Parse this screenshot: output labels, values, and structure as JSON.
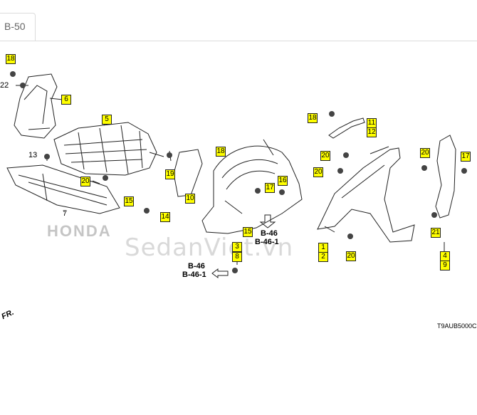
{
  "tab": {
    "label": "B-50"
  },
  "diagram": {
    "illustration_code": "T9AUB5000C",
    "direction_label": "FR.",
    "watermark": "SedanViet.vn",
    "logo_text": "HONDA",
    "references": [
      {
        "line1": "B-46",
        "line2": "B-46-1"
      },
      {
        "line1": "B-46",
        "line2": "B-46-1"
      }
    ],
    "plain_numbers": {
      "p22": "22",
      "p13": "13",
      "p7": "7"
    },
    "callouts": {
      "c18a": "18",
      "c6": "6",
      "c5": "5",
      "c20a": "20",
      "c15a": "15",
      "c14": "14",
      "c19": "19",
      "c10": "10",
      "c18b": "18",
      "c15b": "15",
      "c3": "3",
      "c8": "8",
      "c17a": "17",
      "c16": "16",
      "c18c": "18",
      "c11": "11",
      "c12": "12",
      "c20b": "20",
      "c20c": "20",
      "c1": "1",
      "c2": "2",
      "c20d": "20",
      "c20e": "20",
      "c17b": "17",
      "c21": "21",
      "c4": "4",
      "c9": "9"
    }
  }
}
